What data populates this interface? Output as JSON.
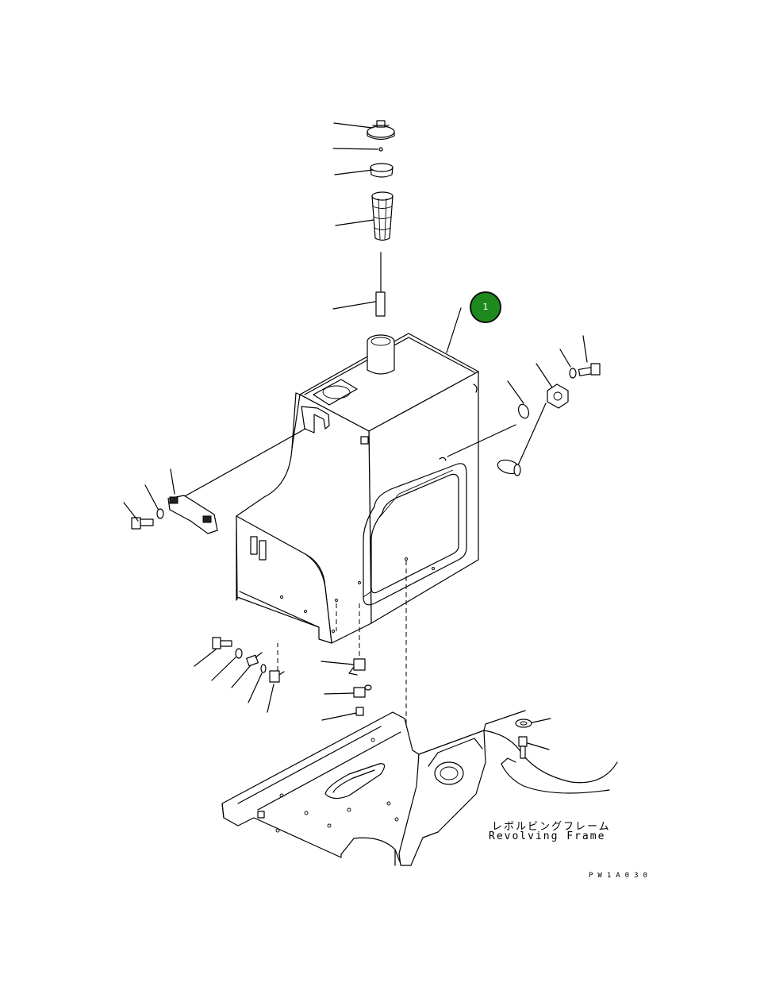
{
  "callout": {
    "number": "1",
    "color": "#1e8a1e"
  },
  "frame_label": {
    "japanese": "レボルビングフレーム",
    "english": "Revolving Frame"
  },
  "drawing_code": "PW1A030"
}
